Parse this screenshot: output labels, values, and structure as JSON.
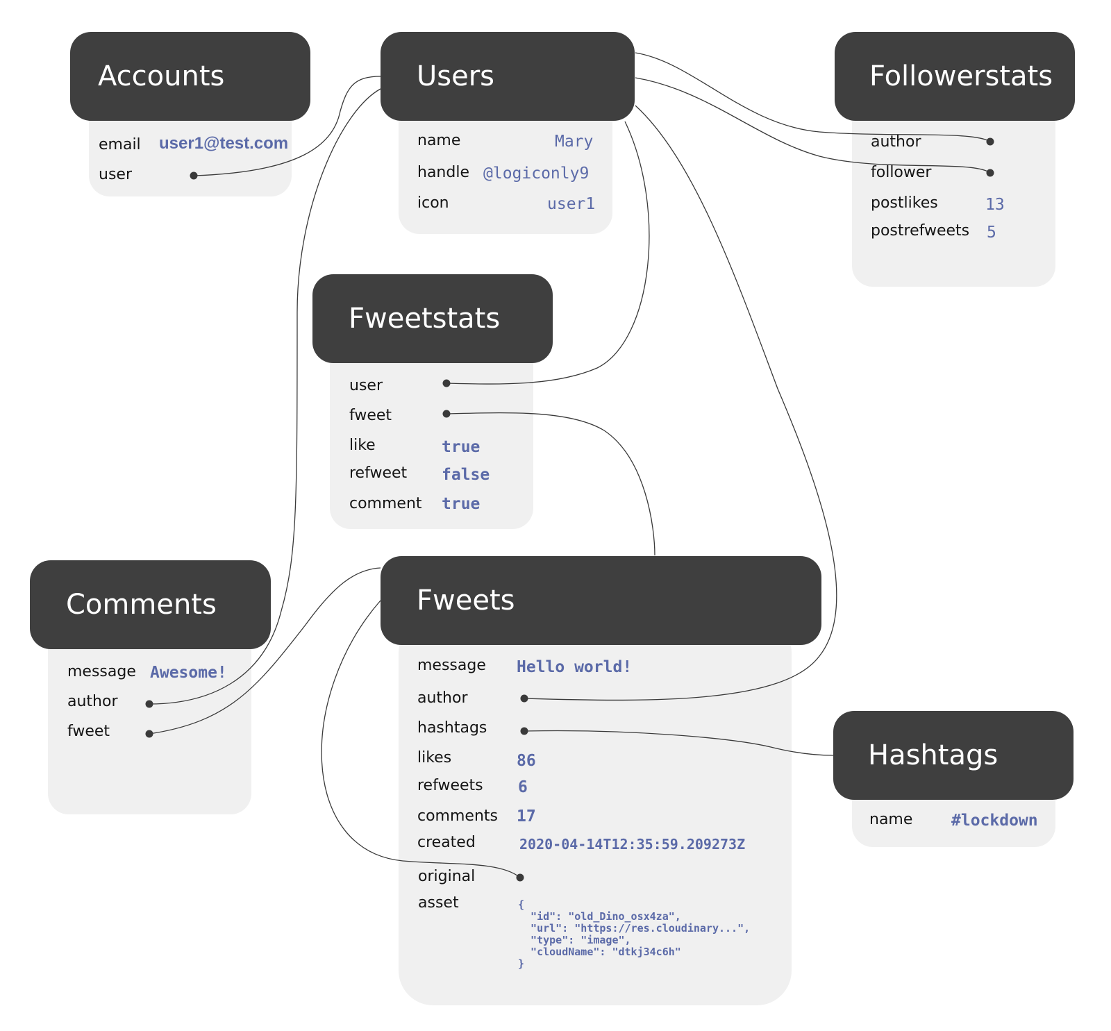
{
  "accounts": {
    "title": "Accounts",
    "email_label": "email",
    "email_value": "user1@test.com",
    "user_label": "user"
  },
  "users": {
    "title": "Users",
    "name_label": "name",
    "name_value": "Mary",
    "handle_label": "handle",
    "handle_value": "@logiconly9",
    "icon_label": "icon",
    "icon_value": "user1"
  },
  "followerstats": {
    "title": "Followerstats",
    "author_label": "author",
    "follower_label": "follower",
    "postlikes_label": "postlikes",
    "postlikes_value": "13",
    "postrefweets_label": "postrefweets",
    "postrefweets_value": "5"
  },
  "fweetstats": {
    "title": "Fweetstats",
    "user_label": "user",
    "fweet_label": "fweet",
    "like_label": "like",
    "like_value": "true",
    "refweet_label": "refweet",
    "refweet_value": "false",
    "comment_label": "comment",
    "comment_value": "true"
  },
  "comments": {
    "title": "Comments",
    "message_label": "message",
    "message_value": "Awesome!",
    "author_label": "author",
    "fweet_label": "fweet"
  },
  "fweets": {
    "title": "Fweets",
    "message_label": "message",
    "message_value": "Hello world!",
    "author_label": "author",
    "hashtags_label": "hashtags",
    "likes_label": "likes",
    "likes_value": "86",
    "refweets_label": "refweets",
    "refweets_value": "6",
    "comments_label": "comments",
    "comments_value": "17",
    "created_label": "created",
    "created_value": "2020-04-14T12:35:59.209273Z",
    "original_label": "original",
    "asset_label": "asset",
    "asset_value": "{\n  \"id\": \"old_Dino_osx4za\",\n  \"url\": \"https://res.cloudinary...\",\n  \"type\": \"image\",\n  \"cloudName\": \"dtkj34c6h\"\n}"
  },
  "hashtags": {
    "title": "Hashtags",
    "name_label": "name",
    "name_value": "#lockdown"
  },
  "colors": {
    "header": "#3f3f3f",
    "body": "#f0f0f0",
    "value": "#5b6aa8",
    "line": "#333333"
  }
}
